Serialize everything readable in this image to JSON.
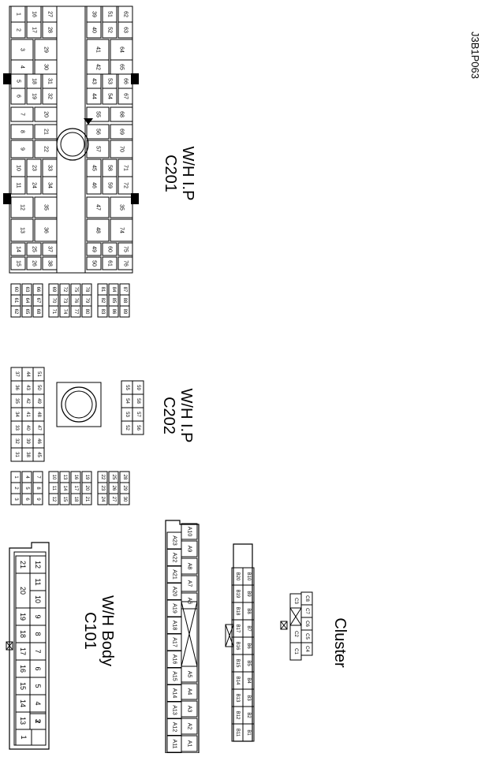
{
  "figure_id": "J3B1P063",
  "connectors": {
    "c201": {
      "name": "C201",
      "label": "W/H I.P",
      "left_cavities": [
        "15",
        "26",
        "38",
        "50",
        "61",
        "76",
        "14",
        "25",
        "37",
        "49",
        "60",
        "75",
        "13",
        "36",
        "48",
        "74",
        "12",
        "35",
        "47",
        "35",
        "11",
        "24",
        "34",
        "46",
        "59",
        "72",
        "10",
        "23",
        "33",
        "45",
        "58",
        "71",
        "9",
        "22",
        "57",
        "70",
        "8",
        "21",
        "56",
        "69",
        "7",
        "20",
        "55",
        "68",
        "6",
        "19",
        "32",
        "44",
        "54",
        "67",
        "5",
        "18",
        "31",
        "43",
        "53",
        "66",
        "4",
        "30",
        "42",
        "65",
        "3",
        "29",
        "41",
        "64",
        "2",
        "17",
        "28",
        "40",
        "52",
        "63",
        "1",
        "16",
        "27",
        "39",
        "51",
        "62"
      ]
    },
    "c202": {
      "name": "C202",
      "label": "W/H I.P",
      "cavities": [
        "1",
        "2",
        "3",
        "4",
        "5",
        "6",
        "7",
        "8",
        "9",
        "10",
        "11",
        "12",
        "13",
        "14",
        "15",
        "16",
        "17",
        "18",
        "19",
        "20",
        "21",
        "22",
        "23",
        "24",
        "25",
        "26",
        "27",
        "28",
        "29",
        "30",
        "31",
        "32",
        "33",
        "34",
        "35",
        "36",
        "37",
        "38",
        "39",
        "40",
        "41",
        "42",
        "43",
        "44",
        "45",
        "46",
        "47",
        "48",
        "49",
        "50",
        "51",
        "52",
        "53",
        "54",
        "55",
        "56",
        "57",
        "58",
        "59",
        "60",
        "61",
        "62",
        "63",
        "64",
        "65",
        "66",
        "67",
        "68",
        "69",
        "70",
        "71",
        "72",
        "73",
        "74",
        "75",
        "76",
        "77",
        "78",
        "79",
        "80",
        "81",
        "82",
        "83",
        "84",
        "85",
        "86",
        "87",
        "88",
        "89"
      ]
    },
    "c101": {
      "name": "C101",
      "label": "W/H Body",
      "cavities": [
        "1",
        "2",
        "3",
        "4",
        "5",
        "6",
        "7",
        "8",
        "9",
        "10",
        "11",
        "12",
        "13",
        "14",
        "15",
        "16",
        "17",
        "18",
        "19",
        "20",
        "21"
      ]
    },
    "cluster": {
      "label": "Cluster",
      "cavities": [
        "A1",
        "A2",
        "A3",
        "A4",
        "A5",
        "A6",
        "A7",
        "A8",
        "A9",
        "A10",
        "A11",
        "A12",
        "A13",
        "A14",
        "A15",
        "A16",
        "A17",
        "A18",
        "A19",
        "A20",
        "A21",
        "A22",
        "A23",
        "B1",
        "B2",
        "B3",
        "B4",
        "B5",
        "B6",
        "B7",
        "B8",
        "B9",
        "B10",
        "B11",
        "B12",
        "B13",
        "B14",
        "B15",
        "B16",
        "B17",
        "B18",
        "B19",
        "B20",
        "C1",
        "C2",
        "C3",
        "C4",
        "C5",
        "C6",
        "C7",
        "C8"
      ]
    }
  }
}
